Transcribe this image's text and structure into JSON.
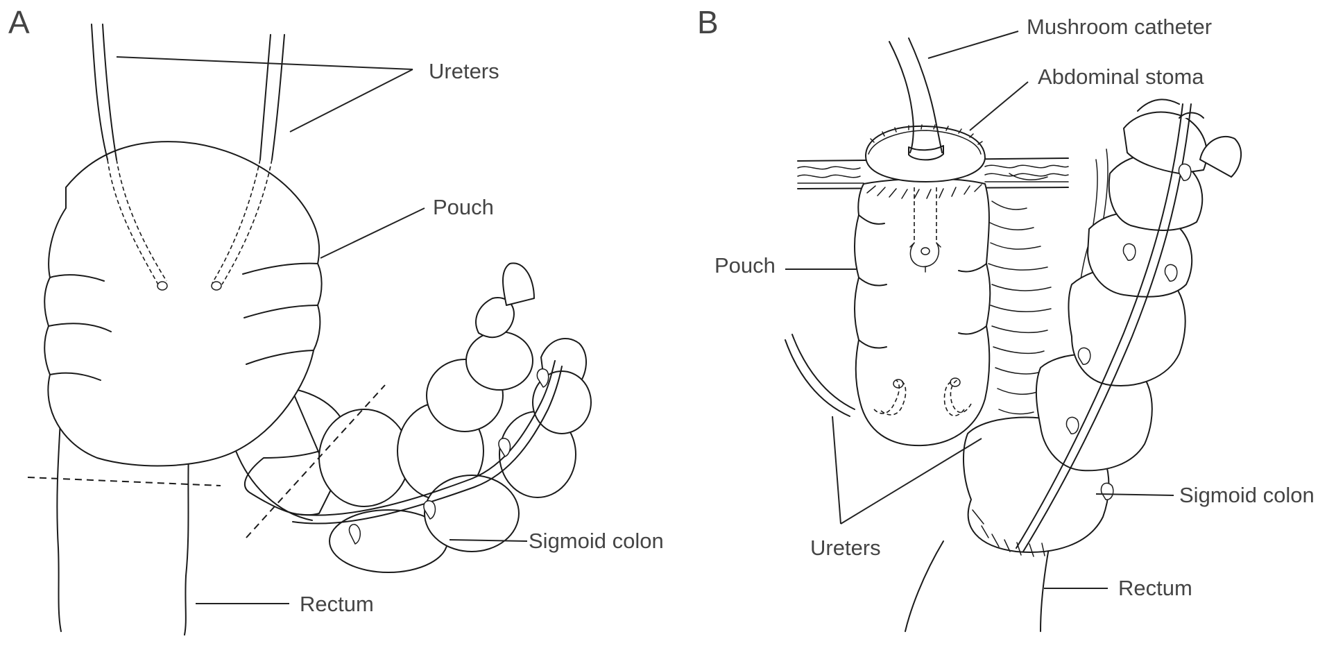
{
  "panels": [
    {
      "letter": "A",
      "labels": {
        "ureters": "Ureters",
        "pouch": "Pouch",
        "sigmoid_colon": "Sigmoid colon",
        "rectum": "Rectum"
      }
    },
    {
      "letter": "B",
      "labels": {
        "mushroom_catheter": "Mushroom catheter",
        "abdominal_stoma": "Abdominal stoma",
        "pouch": "Pouch",
        "ureters": "Ureters",
        "sigmoid_colon": "Sigmoid colon",
        "rectum": "Rectum"
      }
    }
  ]
}
